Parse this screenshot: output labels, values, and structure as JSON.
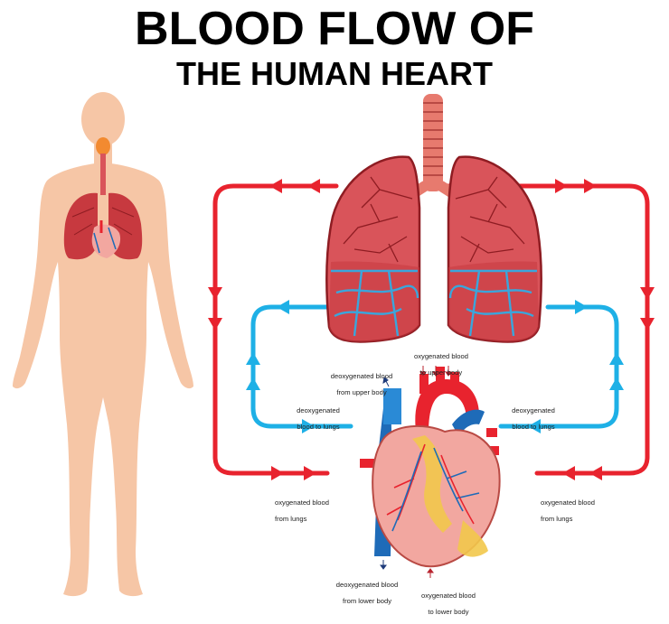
{
  "title": {
    "line1": "BLOOD FLOW OF",
    "line2": "THE HUMAN HEART"
  },
  "labels": {
    "oxy_upper_line1": "oxygenated blood",
    "oxy_upper_line2": "to upper body",
    "deoxy_upper_line1": "deoxygenated blood",
    "deoxy_upper_line2": "from upper body",
    "deoxy_lungs_left_line1": "deoxygenated",
    "deoxy_lungs_left_line2": "blood to lungs",
    "deoxy_lungs_right_line1": "deoxygenated",
    "deoxy_lungs_right_line2": "blood to lungs",
    "oxy_from_lungs_left_line1": "oxygenated blood",
    "oxy_from_lungs_left_line2": "from lungs",
    "oxy_from_lungs_right_line1": "oxygenated blood",
    "oxy_from_lungs_right_line2": "from lungs",
    "deoxy_lower_line1": "deoxygenated blood",
    "deoxy_lower_line2": "from lower body",
    "oxy_lower_line1": "oxygenated blood",
    "oxy_lower_line2": "to lower body"
  },
  "colors": {
    "oxygenated": "#e8232e",
    "deoxygenated": "#1eb0e6",
    "skin": "#f6c6a6",
    "lung": "#d9545a",
    "heart": "#f2a7a0"
  }
}
